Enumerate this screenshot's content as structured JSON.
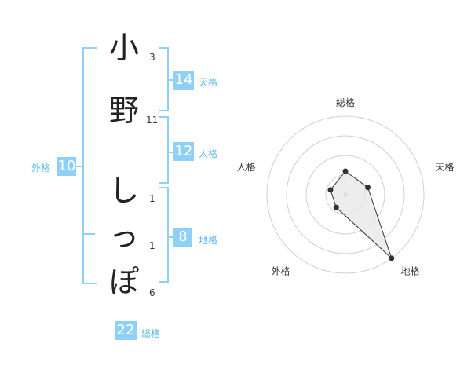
{
  "name": {
    "chars": [
      {
        "char": "小",
        "strokes": "3"
      },
      {
        "char": "野",
        "strokes": "11"
      },
      {
        "char": "し",
        "strokes": "1"
      },
      {
        "char": "っ",
        "strokes": "1"
      },
      {
        "char": "ぽ",
        "strokes": "6"
      }
    ]
  },
  "scores": {
    "tenkaku": {
      "value": "14",
      "label": "天格"
    },
    "jinkaku": {
      "value": "12",
      "label": "人格"
    },
    "chikaku": {
      "value": "8",
      "label": "地格"
    },
    "gaikaku": {
      "value": "10",
      "label": "外格"
    },
    "soukaku": {
      "value": "22",
      "label": "総格"
    }
  },
  "chart_data": {
    "type": "radar",
    "axes": [
      "総格",
      "天格",
      "地格",
      "外格",
      "人格"
    ],
    "values": [
      1.5,
      1.5,
      5,
      1.0,
      1.0
    ],
    "rings": 4,
    "max": 5
  },
  "colors": {
    "accent": "#8fd0f7",
    "label": "#59b8ef",
    "polygon_fill": "#e8e8e8",
    "ring": "#d0d0d0"
  }
}
